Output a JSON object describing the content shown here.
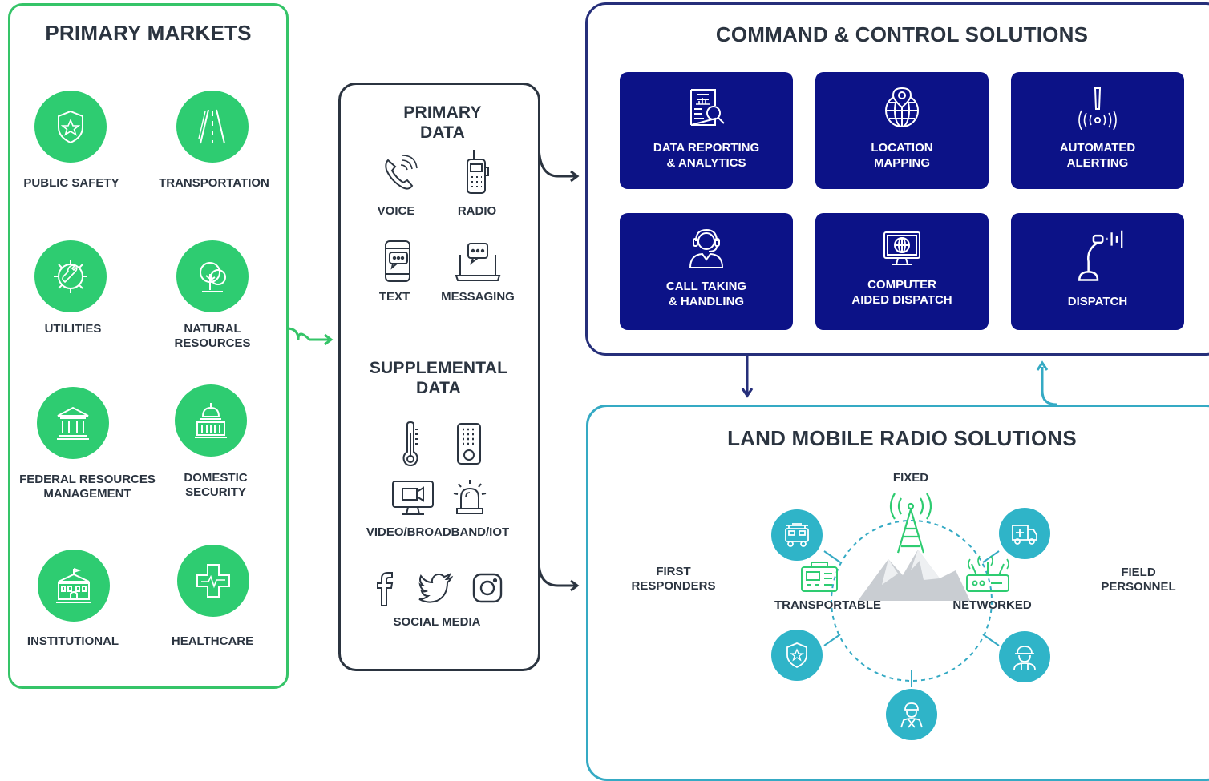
{
  "colors": {
    "markets_green": "#2ecc71",
    "markets_border": "#35c468",
    "data_border": "#2b3440",
    "command_navy": "#0c1287",
    "command_border": "#262f7a",
    "lmr_teal": "#2fb4c8",
    "lmr_border": "#35aac4"
  },
  "markets": {
    "title": "PRIMARY MARKETS",
    "items": [
      {
        "label": "PUBLIC SAFETY",
        "icon": "shield-star-icon"
      },
      {
        "label": "TRANSPORTATION",
        "icon": "road-icon"
      },
      {
        "label": "UTILITIES",
        "icon": "gear-wrench-icon"
      },
      {
        "label": "NATURAL\nRESOURCES",
        "icon": "tree-icon"
      },
      {
        "label": "FEDERAL RESOURCES\nMANAGEMENT",
        "icon": "federal-building-icon"
      },
      {
        "label": "DOMESTIC\nSECURITY",
        "icon": "capitol-icon"
      },
      {
        "label": "INSTITUTIONAL",
        "icon": "institution-icon"
      },
      {
        "label": "HEALTHCARE",
        "icon": "medical-cross-icon"
      }
    ]
  },
  "data_panel": {
    "primary_title": "PRIMARY\nDATA",
    "primary_items": [
      {
        "label": "VOICE",
        "icon": "phone-icon"
      },
      {
        "label": "RADIO",
        "icon": "radio-icon"
      },
      {
        "label": "TEXT",
        "icon": "text-phone-icon"
      },
      {
        "label": "MESSAGING",
        "icon": "laptop-chat-icon"
      }
    ],
    "supplemental_title": "SUPPLEMENTAL\nDATA",
    "supplemental_icons": [
      "thermometer-icon",
      "keypad-icon",
      "video-monitor-icon",
      "alarm-light-icon"
    ],
    "video_label": "VIDEO/BROADBAND/IOT",
    "social_icons": [
      "facebook-icon",
      "twitter-icon",
      "instagram-icon"
    ],
    "social_label": "SOCIAL MEDIA"
  },
  "command": {
    "title": "COMMAND & CONTROL SOLUTIONS",
    "tiles": [
      {
        "label": "DATA REPORTING\n& ANALYTICS",
        "icon": "report-analytics-icon"
      },
      {
        "label": "LOCATION\nMAPPING",
        "icon": "globe-pin-icon"
      },
      {
        "label": "AUTOMATED\nALERTING",
        "icon": "alert-signal-icon"
      },
      {
        "label": "CALL TAKING\n& HANDLING",
        "icon": "headset-operator-icon"
      },
      {
        "label": "COMPUTER\nAIDED DISPATCH",
        "icon": "monitor-globe-icon"
      },
      {
        "label": "DISPATCH",
        "icon": "desk-microphone-icon"
      }
    ]
  },
  "lmr": {
    "title": "LAND MOBILE RADIO SOLUTIONS",
    "fixed": "FIXED",
    "transportable": "TRANSPORTABLE",
    "networked": "NETWORKED",
    "first_responders": "FIRST\nRESPONDERS",
    "field_personnel": "FIELD\nPERSONNEL",
    "nodes": [
      "fire-truck-icon",
      "ambulance-icon",
      "police-badge-icon",
      "worker-icon",
      "soldier-icon"
    ]
  }
}
